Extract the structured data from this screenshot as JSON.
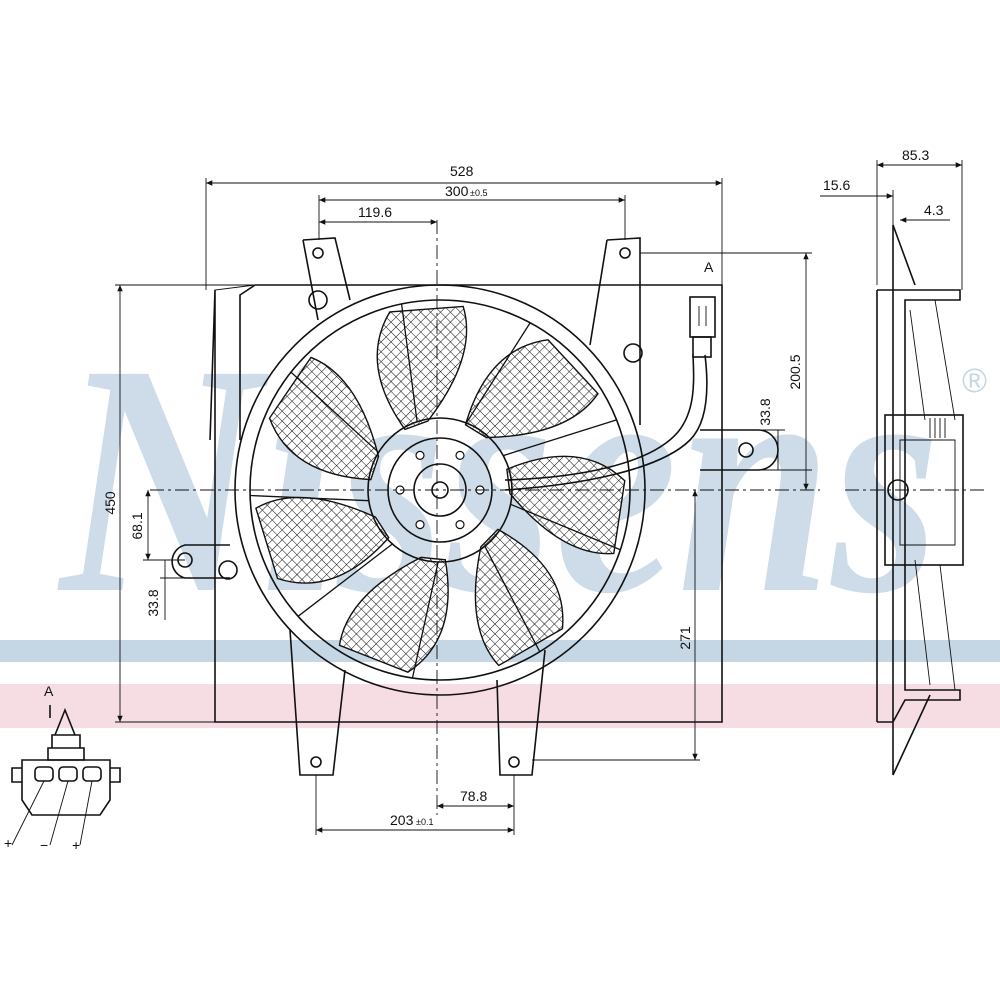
{
  "drawing": {
    "watermark": {
      "text": "Nissens",
      "registered_mark": "®"
    },
    "dimensions": {
      "overall_width": "528",
      "mount_spacing": "300",
      "mount_spacing_tol": "±0.5",
      "hub_offset": "119.6",
      "overall_height": "450",
      "upper_height": "200.5",
      "tab_offset_right": "33.8",
      "left_tab_height": "68.1",
      "left_tab_offset": "33.8",
      "lower_height": "271",
      "bottom_offset": "78.8",
      "bottom_spacing": "203",
      "bottom_spacing_tol": "±0.1",
      "depth_total": "85.3",
      "depth_front": "15.6",
      "depth_lip": "4.3"
    },
    "connector": {
      "view_label": "A",
      "view_marker": "A",
      "pin_labels": [
        "+",
        "−",
        "+"
      ]
    }
  }
}
